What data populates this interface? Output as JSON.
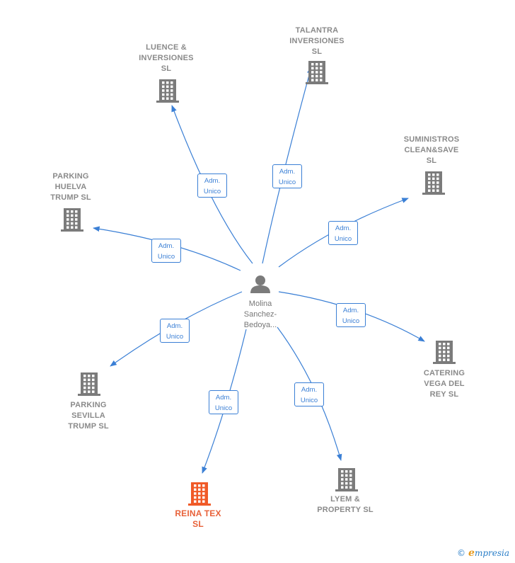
{
  "colors": {
    "edge": "#3a7fd5",
    "building": "#7b7b7b",
    "building_highlight": "#f05a28",
    "person": "#7b7b7b"
  },
  "center": {
    "name": "Molina\nSanchez-\nBedoya...",
    "icon": "person-icon"
  },
  "companies": [
    {
      "id": "luence",
      "name": "LUENCE &\nINVERSIONES\nSL",
      "highlight": false,
      "icon": "building-icon",
      "relation": "Adm.\nUnico"
    },
    {
      "id": "talantra",
      "name": "TALANTRA\nINVERSIONES\nSL",
      "highlight": false,
      "icon": "building-icon",
      "relation": "Adm.\nUnico"
    },
    {
      "id": "suministros",
      "name": "SUMINISTROS\nCLEAN&SAVE\nSL",
      "highlight": false,
      "icon": "building-icon",
      "relation": "Adm.\nUnico"
    },
    {
      "id": "parking-huelva",
      "name": "PARKING\nHUELVA\nTRUMP  SL",
      "highlight": false,
      "icon": "building-icon",
      "relation": "Adm.\nUnico"
    },
    {
      "id": "catering",
      "name": "CATERING\nVEGA DEL\nREY  SL",
      "highlight": false,
      "icon": "building-icon",
      "relation": "Adm.\nUnico"
    },
    {
      "id": "parking-sevilla",
      "name": "PARKING\nSEVILLA\nTRUMP  SL",
      "highlight": false,
      "icon": "building-icon",
      "relation": "Adm.\nUnico"
    },
    {
      "id": "reina-tex",
      "name": "REINA TEX\nSL",
      "highlight": true,
      "icon": "building-icon",
      "relation": "Adm.\nUnico"
    },
    {
      "id": "lyem",
      "name": "LYEM &\nPROPERTY  SL",
      "highlight": false,
      "icon": "building-icon",
      "relation": "Adm.\nUnico"
    }
  ],
  "footer": {
    "copyright": "©",
    "brand_initial": "e",
    "brand_rest": "mpresia"
  }
}
